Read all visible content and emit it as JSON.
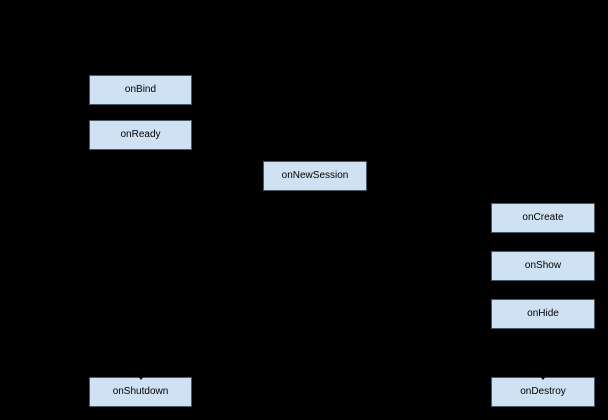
{
  "diagram": {
    "type": "lifecycle-flowchart",
    "colors": {
      "background": "#000000",
      "node_fill": "#cfe2f3",
      "node_border": "#4a5864",
      "node_text": "#000000",
      "connector": "#000000"
    },
    "nodes": [
      {
        "label": "onBind"
      },
      {
        "label": "onReady"
      },
      {
        "label": "onNewSession"
      },
      {
        "label": "onCreate"
      },
      {
        "label": "onShow"
      },
      {
        "label": "onHide"
      },
      {
        "label": "onShutdown"
      },
      {
        "label": "onDestroy"
      }
    ]
  }
}
